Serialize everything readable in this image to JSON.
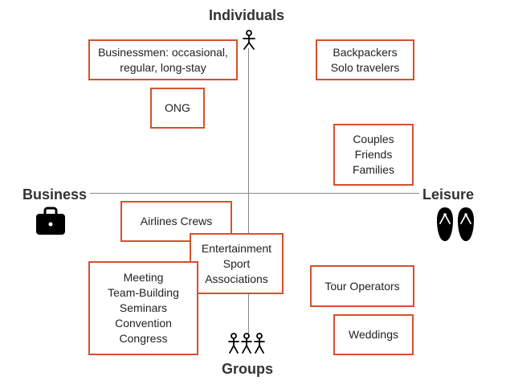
{
  "axes": {
    "top": "Individuals",
    "bottom": "Groups",
    "left": "Business",
    "right": "Leisure"
  },
  "segments": [
    {
      "id": "businessmen",
      "lines": [
        "Businessmen: occasional,",
        "regular, long-stay"
      ]
    },
    {
      "id": "backpackers",
      "lines": [
        "Backpackers",
        "Solo travelers"
      ]
    },
    {
      "id": "ong",
      "lines": [
        "ONG"
      ]
    },
    {
      "id": "couples",
      "lines": [
        "Couples",
        "Friends",
        "Families"
      ]
    },
    {
      "id": "airlines",
      "lines": [
        "Airlines Crews"
      ]
    },
    {
      "id": "entertainment",
      "lines": [
        "Entertainment",
        "Sport",
        "Associations"
      ]
    },
    {
      "id": "meeting",
      "lines": [
        "Meeting",
        "Team-Building",
        "Seminars",
        "Convention",
        "Congress"
      ]
    },
    {
      "id": "tour",
      "lines": [
        "Tour Operators"
      ]
    },
    {
      "id": "weddings",
      "lines": [
        "Weddings"
      ]
    }
  ],
  "icons": {
    "individual": "person-icon",
    "group": "group-of-people-icon",
    "business": "briefcase-icon",
    "leisure": "flip-flops-icon"
  }
}
